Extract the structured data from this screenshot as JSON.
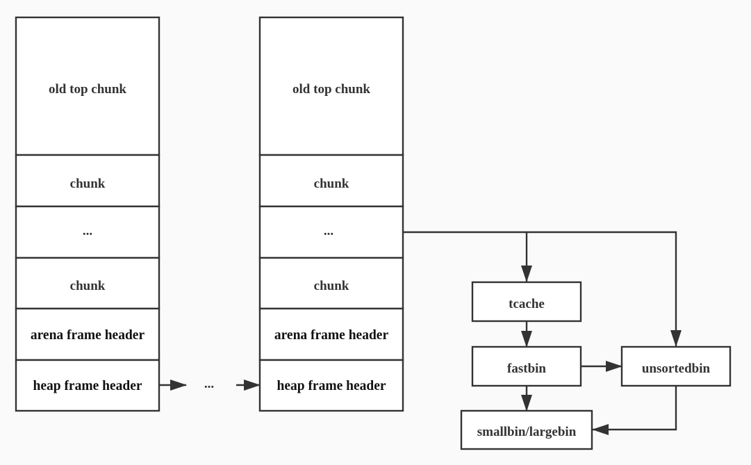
{
  "left_stack": {
    "old_top_chunk": "old top chunk",
    "chunk_1": "chunk",
    "ellipsis": "...",
    "chunk_2": "chunk",
    "arena_frame_header": "arena frame header",
    "heap_frame_header": "heap frame header"
  },
  "middle_ellipsis": "...",
  "right_stack": {
    "old_top_chunk": "old top chunk",
    "chunk_1": "chunk",
    "ellipsis": "...",
    "chunk_2": "chunk",
    "arena_frame_header": "arena frame header",
    "heap_frame_header": "heap frame header"
  },
  "bins": {
    "tcache": "tcache",
    "fastbin": "fastbin",
    "unsortedbin": "unsortedbin",
    "smallbin_largebin": "smallbin/largebin"
  },
  "colors": {
    "background": "#fafafa",
    "box_fill": "#ffffff",
    "stroke": "#333333",
    "text": "#333333"
  }
}
